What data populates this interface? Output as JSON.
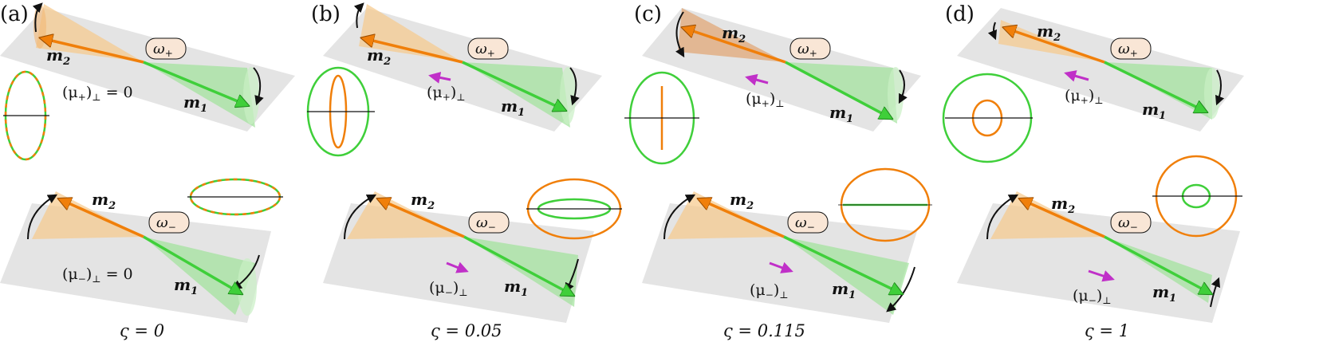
{
  "panels": [
    {
      "letter": "(a)",
      "m1": "m",
      "m1_sub": "1",
      "m2": "m",
      "m2_sub": "2",
      "omega_plus": "ω",
      "omega_plus_sub": "+",
      "omega_minus": "ω",
      "omega_minus_sub": "−",
      "mu_plus": "(μ",
      "mu_plus_sub": "+",
      "mu_plus_close": ")",
      "mu_plus_perp": "⊥",
      "mu_plus_eq": " = 0",
      "mu_minus": "(μ",
      "mu_minus_sub": "−",
      "mu_minus_close": ")",
      "mu_minus_perp": "⊥",
      "mu_minus_eq": " = 0",
      "varsigma": "ς = 0"
    },
    {
      "letter": "(b)",
      "m1": "m",
      "m1_sub": "1",
      "m2": "m",
      "m2_sub": "2",
      "omega_plus": "ω",
      "omega_plus_sub": "+",
      "omega_minus": "ω",
      "omega_minus_sub": "−",
      "mu_plus": "(μ",
      "mu_plus_sub": "+",
      "mu_plus_close": ")",
      "mu_plus_perp": "⊥",
      "mu_plus_eq": "",
      "mu_minus": "(μ",
      "mu_minus_sub": "−",
      "mu_minus_close": ")",
      "mu_minus_perp": "⊥",
      "mu_minus_eq": "",
      "varsigma": "ς = 0.05"
    },
    {
      "letter": "(c)",
      "m1": "m",
      "m1_sub": "1",
      "m2": "m",
      "m2_sub": "2",
      "omega_plus": "ω",
      "omega_plus_sub": "+",
      "omega_minus": "ω",
      "omega_minus_sub": "−",
      "mu_plus": "(μ",
      "mu_plus_sub": "+",
      "mu_plus_close": ")",
      "mu_plus_perp": "⊥",
      "mu_plus_eq": "",
      "mu_minus": "(μ",
      "mu_minus_sub": "−",
      "mu_minus_close": ")",
      "mu_minus_perp": "⊥",
      "mu_minus_eq": "",
      "varsigma": "ς = 0.115"
    },
    {
      "letter": "(d)",
      "m1": "m",
      "m1_sub": "1",
      "m2": "m",
      "m2_sub": "2",
      "omega_plus": "ω",
      "omega_plus_sub": "+",
      "omega_minus": "ω",
      "omega_minus_sub": "−",
      "mu_plus": "(μ",
      "mu_plus_sub": "+",
      "mu_plus_close": ")",
      "mu_plus_perp": "⊥",
      "mu_plus_eq": "",
      "mu_minus": "(μ",
      "mu_minus_sub": "−",
      "mu_minus_close": ")",
      "mu_minus_perp": "⊥",
      "mu_minus_eq": "",
      "varsigma": "ς = 1"
    }
  ],
  "colors": {
    "m1_arrow": "#3fcf3a",
    "m2_arrow": "#f07f0a",
    "mu_arrow": "#c030c8",
    "cone_green": "#9fe39a",
    "cone_orange": "#f7c98a",
    "plane": "#e4e4e4",
    "omega_box": "#f9e6d6"
  }
}
